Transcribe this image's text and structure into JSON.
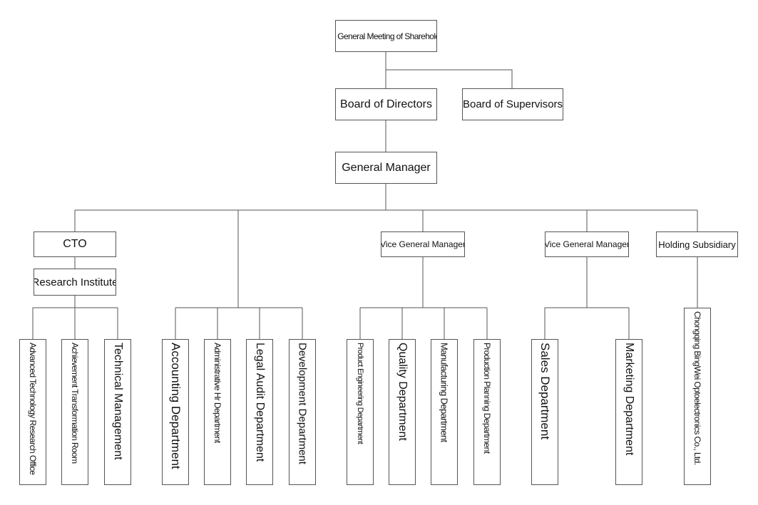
{
  "nodes": {
    "shareholders": "The General Meeting of Shareholders",
    "board_of_directors": "Board of Directors",
    "board_of_supervisors": "Board of Supervisors",
    "general_manager": "General Manager",
    "cto": "CTO",
    "research_institute": "Research Institute",
    "vgm1": "Vice General Manager",
    "vgm2": "Vice General Manager",
    "holding_subsidiary": "Holding Subsidiary",
    "advanced_tech": "Advanced Technology Research Office",
    "achievement_room": "Achievement Transformation Room",
    "technical_mgmt": "Technical Management",
    "accounting": "Accounting Department",
    "admin_hr": "Administrative Hr Department",
    "legal_audit": "Legal Audit Department",
    "development": "Development Department",
    "product_eng": "Product Engineering Department",
    "quality": "Quality Department",
    "manufacturing": "Manufacturing Department",
    "production_planning": "Production Planning Department",
    "sales": "Sales Department",
    "marketing": "Marketing Department",
    "chongqing": "Chongqing BingWei Optoelectronics Co., Ltd."
  },
  "colors": {
    "line": "#555555",
    "box_border": "#555555",
    "text": "#111111"
  }
}
